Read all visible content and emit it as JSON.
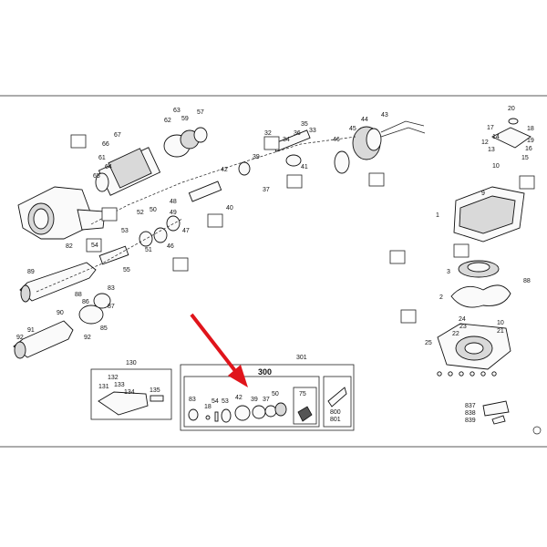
{
  "labels": {
    "n1": "1",
    "n2": "2",
    "n3": "3",
    "n9": "9",
    "n10": "10",
    "n12": "12",
    "n13": "13",
    "n14": "14",
    "n15": "15",
    "n16": "16",
    "n17": "17",
    "n18": "18",
    "n19": "19",
    "n20": "20",
    "n21": "21",
    "n22": "22",
    "n23": "23",
    "n24": "24",
    "n25": "25",
    "n32": "32",
    "n33": "33",
    "n34": "34",
    "n35": "35",
    "n36": "36",
    "n37": "37",
    "n39": "39",
    "n40": "40",
    "n41": "41",
    "n42": "42",
    "n43": "43",
    "n44": "44",
    "n45": "45",
    "n46": "46",
    "n47": "47",
    "n48": "48",
    "n49": "49",
    "n50": "50",
    "n51": "51",
    "n52": "52",
    "n53": "53",
    "n54": "54",
    "n55": "55",
    "n57": "57",
    "n59": "59",
    "n61": "61",
    "n62": "62",
    "n63": "63",
    "n64": "64",
    "n65": "65",
    "n66": "66",
    "n67": "67",
    "n82": "82",
    "n83": "83",
    "n85": "85",
    "n86": "86",
    "n87": "87",
    "n88": "88",
    "n89": "89",
    "n90": "90",
    "n91": "91",
    "n92": "92"
  },
  "kits": {
    "k130": "130",
    "k131": "131",
    "k132": "132",
    "k133": "133",
    "k134": "134",
    "k135": "135",
    "k300": "300",
    "k301": "301",
    "k75": "75",
    "k800": "800",
    "k801": "801",
    "b83": "83",
    "b18": "18",
    "b54": "54",
    "b53": "53",
    "b42": "42",
    "b39": "39",
    "b37": "37",
    "b50": "50",
    "k837": "837",
    "k838": "838",
    "k839": "839"
  },
  "colors": {
    "arrow": "#e0141b",
    "ink": "#111111"
  }
}
